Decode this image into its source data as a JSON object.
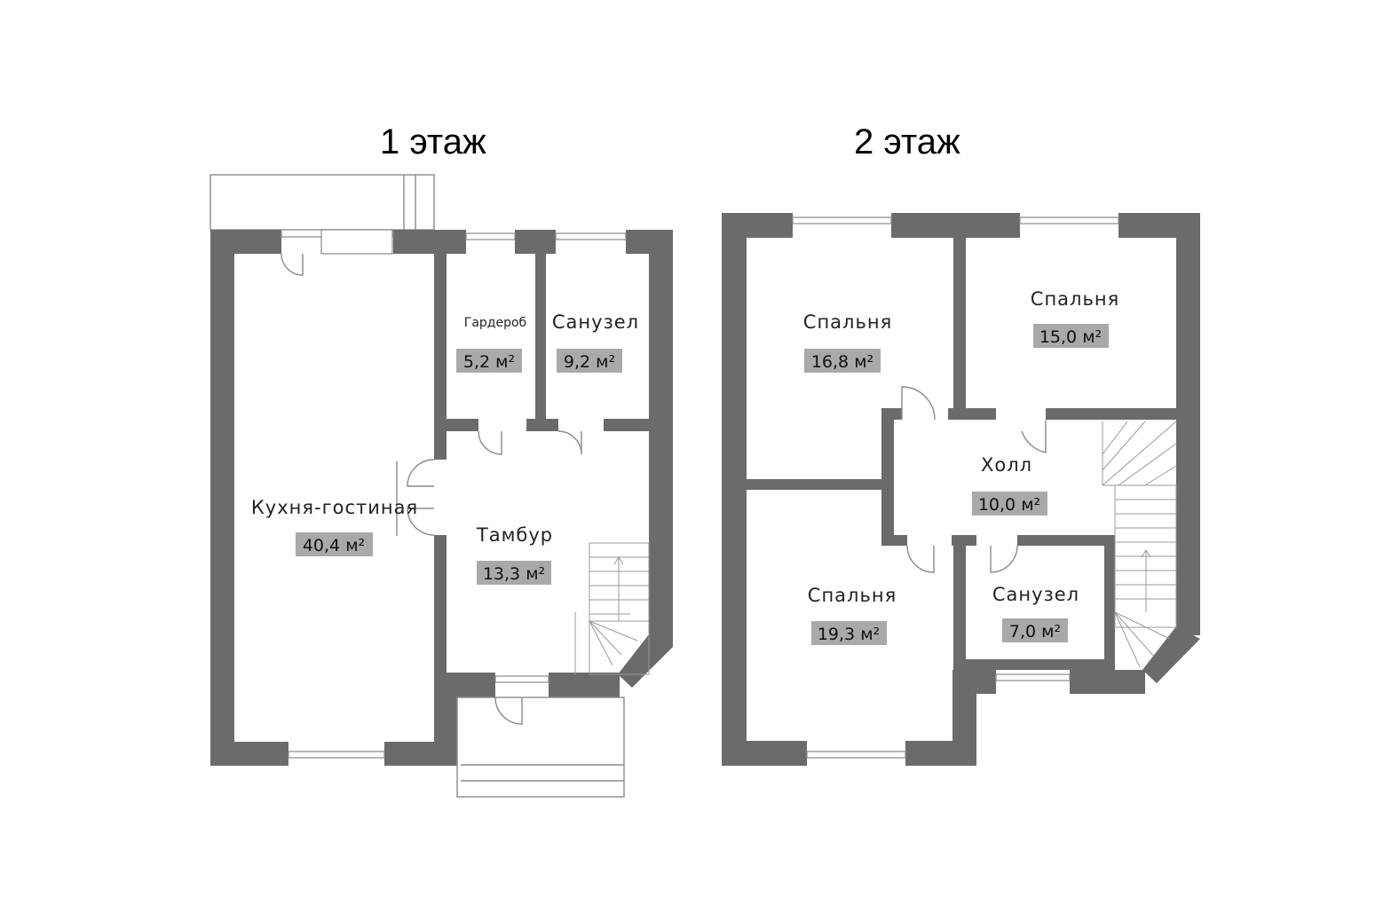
{
  "floors": [
    {
      "title": "1 этаж",
      "rooms": [
        {
          "name": "Кухня-гостиная",
          "area": "40,4 м²"
        },
        {
          "name": "Гардероб",
          "area": "5,2 м²"
        },
        {
          "name": "Санузел",
          "area": "9,2 м²"
        },
        {
          "name": "Тамбур",
          "area": "13,3 м²"
        }
      ]
    },
    {
      "title": "2 этаж",
      "rooms": [
        {
          "name": "Спальня",
          "area": "16,8 м²"
        },
        {
          "name": "Спальня",
          "area": "15,0 м²"
        },
        {
          "name": "Холл",
          "area": "10,0 м²"
        },
        {
          "name": "Спальня",
          "area": "19,3 м²"
        },
        {
          "name": "Санузел",
          "area": "7,0 м²"
        }
      ]
    }
  ]
}
